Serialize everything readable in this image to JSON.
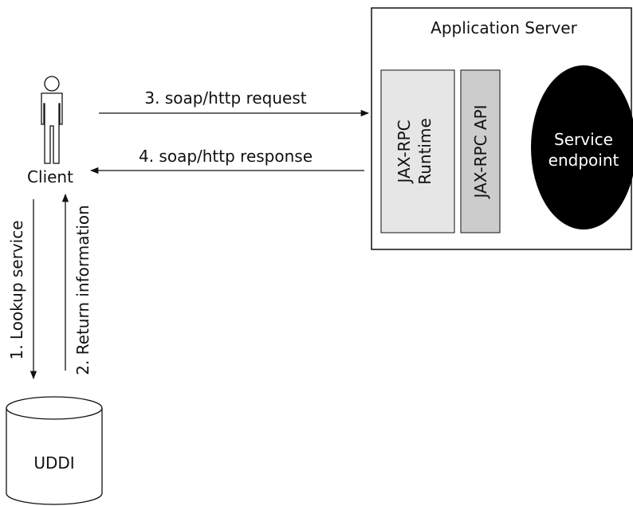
{
  "client": {
    "label": "Client"
  },
  "server": {
    "title": "Application Server",
    "runtime_line1": "JAX-RPC",
    "runtime_line2": "Runtime",
    "api": "JAX-RPC API",
    "endpoint_line1": "Service",
    "endpoint_line2": "endpoint"
  },
  "registry": {
    "label": "UDDI"
  },
  "flows": {
    "step1": "1. Lookup service",
    "step2": "2. Return information",
    "step3": "3. soap/http request",
    "step4": "4. soap/http response"
  },
  "colors": {
    "line": "#111111",
    "runtime_fill": "#e6e6e6",
    "api_fill": "#cccccc",
    "endpoint_fill": "#000000",
    "endpoint_text": "#ffffff"
  }
}
